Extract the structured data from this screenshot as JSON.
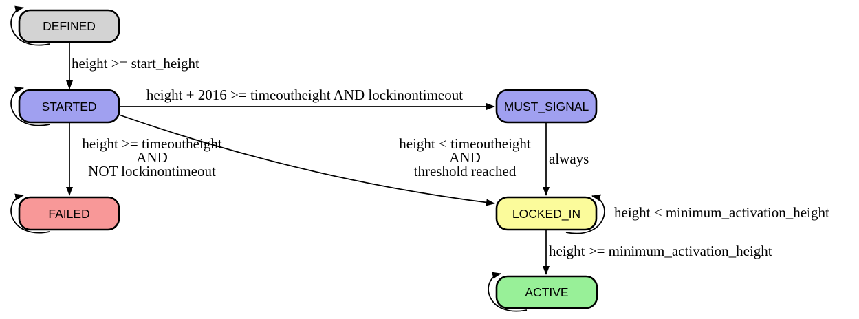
{
  "diagram": {
    "kind": "state-machine",
    "background": "#ffffff",
    "edge_color": "#000000",
    "node_border_color": "#000000",
    "node_text_color": "#000000",
    "nodes": [
      {
        "id": "defined",
        "label": "DEFINED",
        "fill": "#d3d3d3",
        "self_loop": true
      },
      {
        "id": "started",
        "label": "STARTED",
        "fill": "#a0a0f0",
        "self_loop": true
      },
      {
        "id": "must-signal",
        "label": "MUST_SIGNAL",
        "fill": "#a0a0f0",
        "self_loop": false
      },
      {
        "id": "failed",
        "label": "FAILED",
        "fill": "#f89898",
        "self_loop": true
      },
      {
        "id": "locked-in",
        "label": "LOCKED_IN",
        "fill": "#fbfb9b",
        "self_loop": true
      },
      {
        "id": "active",
        "label": "ACTIVE",
        "fill": "#98f098",
        "self_loop": true
      }
    ],
    "edges": [
      {
        "from": "DEFINED",
        "to": "STARTED",
        "label_lines": [
          "height >= start_height"
        ]
      },
      {
        "from": "STARTED",
        "to": "MUST_SIGNAL",
        "label_lines": [
          "height + 2016 >= timeoutheight AND lockinontimeout"
        ]
      },
      {
        "from": "STARTED",
        "to": "FAILED",
        "label_lines": [
          "height >= timeoutheight",
          "AND",
          "NOT lockinontimeout"
        ]
      },
      {
        "from": "STARTED",
        "to": "LOCKED_IN",
        "label_lines": [
          "height < timeoutheight",
          "AND",
          "threshold reached"
        ]
      },
      {
        "from": "MUST_SIGNAL",
        "to": "LOCKED_IN",
        "label_lines": [
          "always"
        ]
      },
      {
        "from": "LOCKED_IN",
        "to": "LOCKED_IN",
        "label_lines": [
          "height < minimum_activation_height"
        ]
      },
      {
        "from": "LOCKED_IN",
        "to": "ACTIVE",
        "label_lines": [
          "height >= minimum_activation_height"
        ]
      }
    ]
  }
}
